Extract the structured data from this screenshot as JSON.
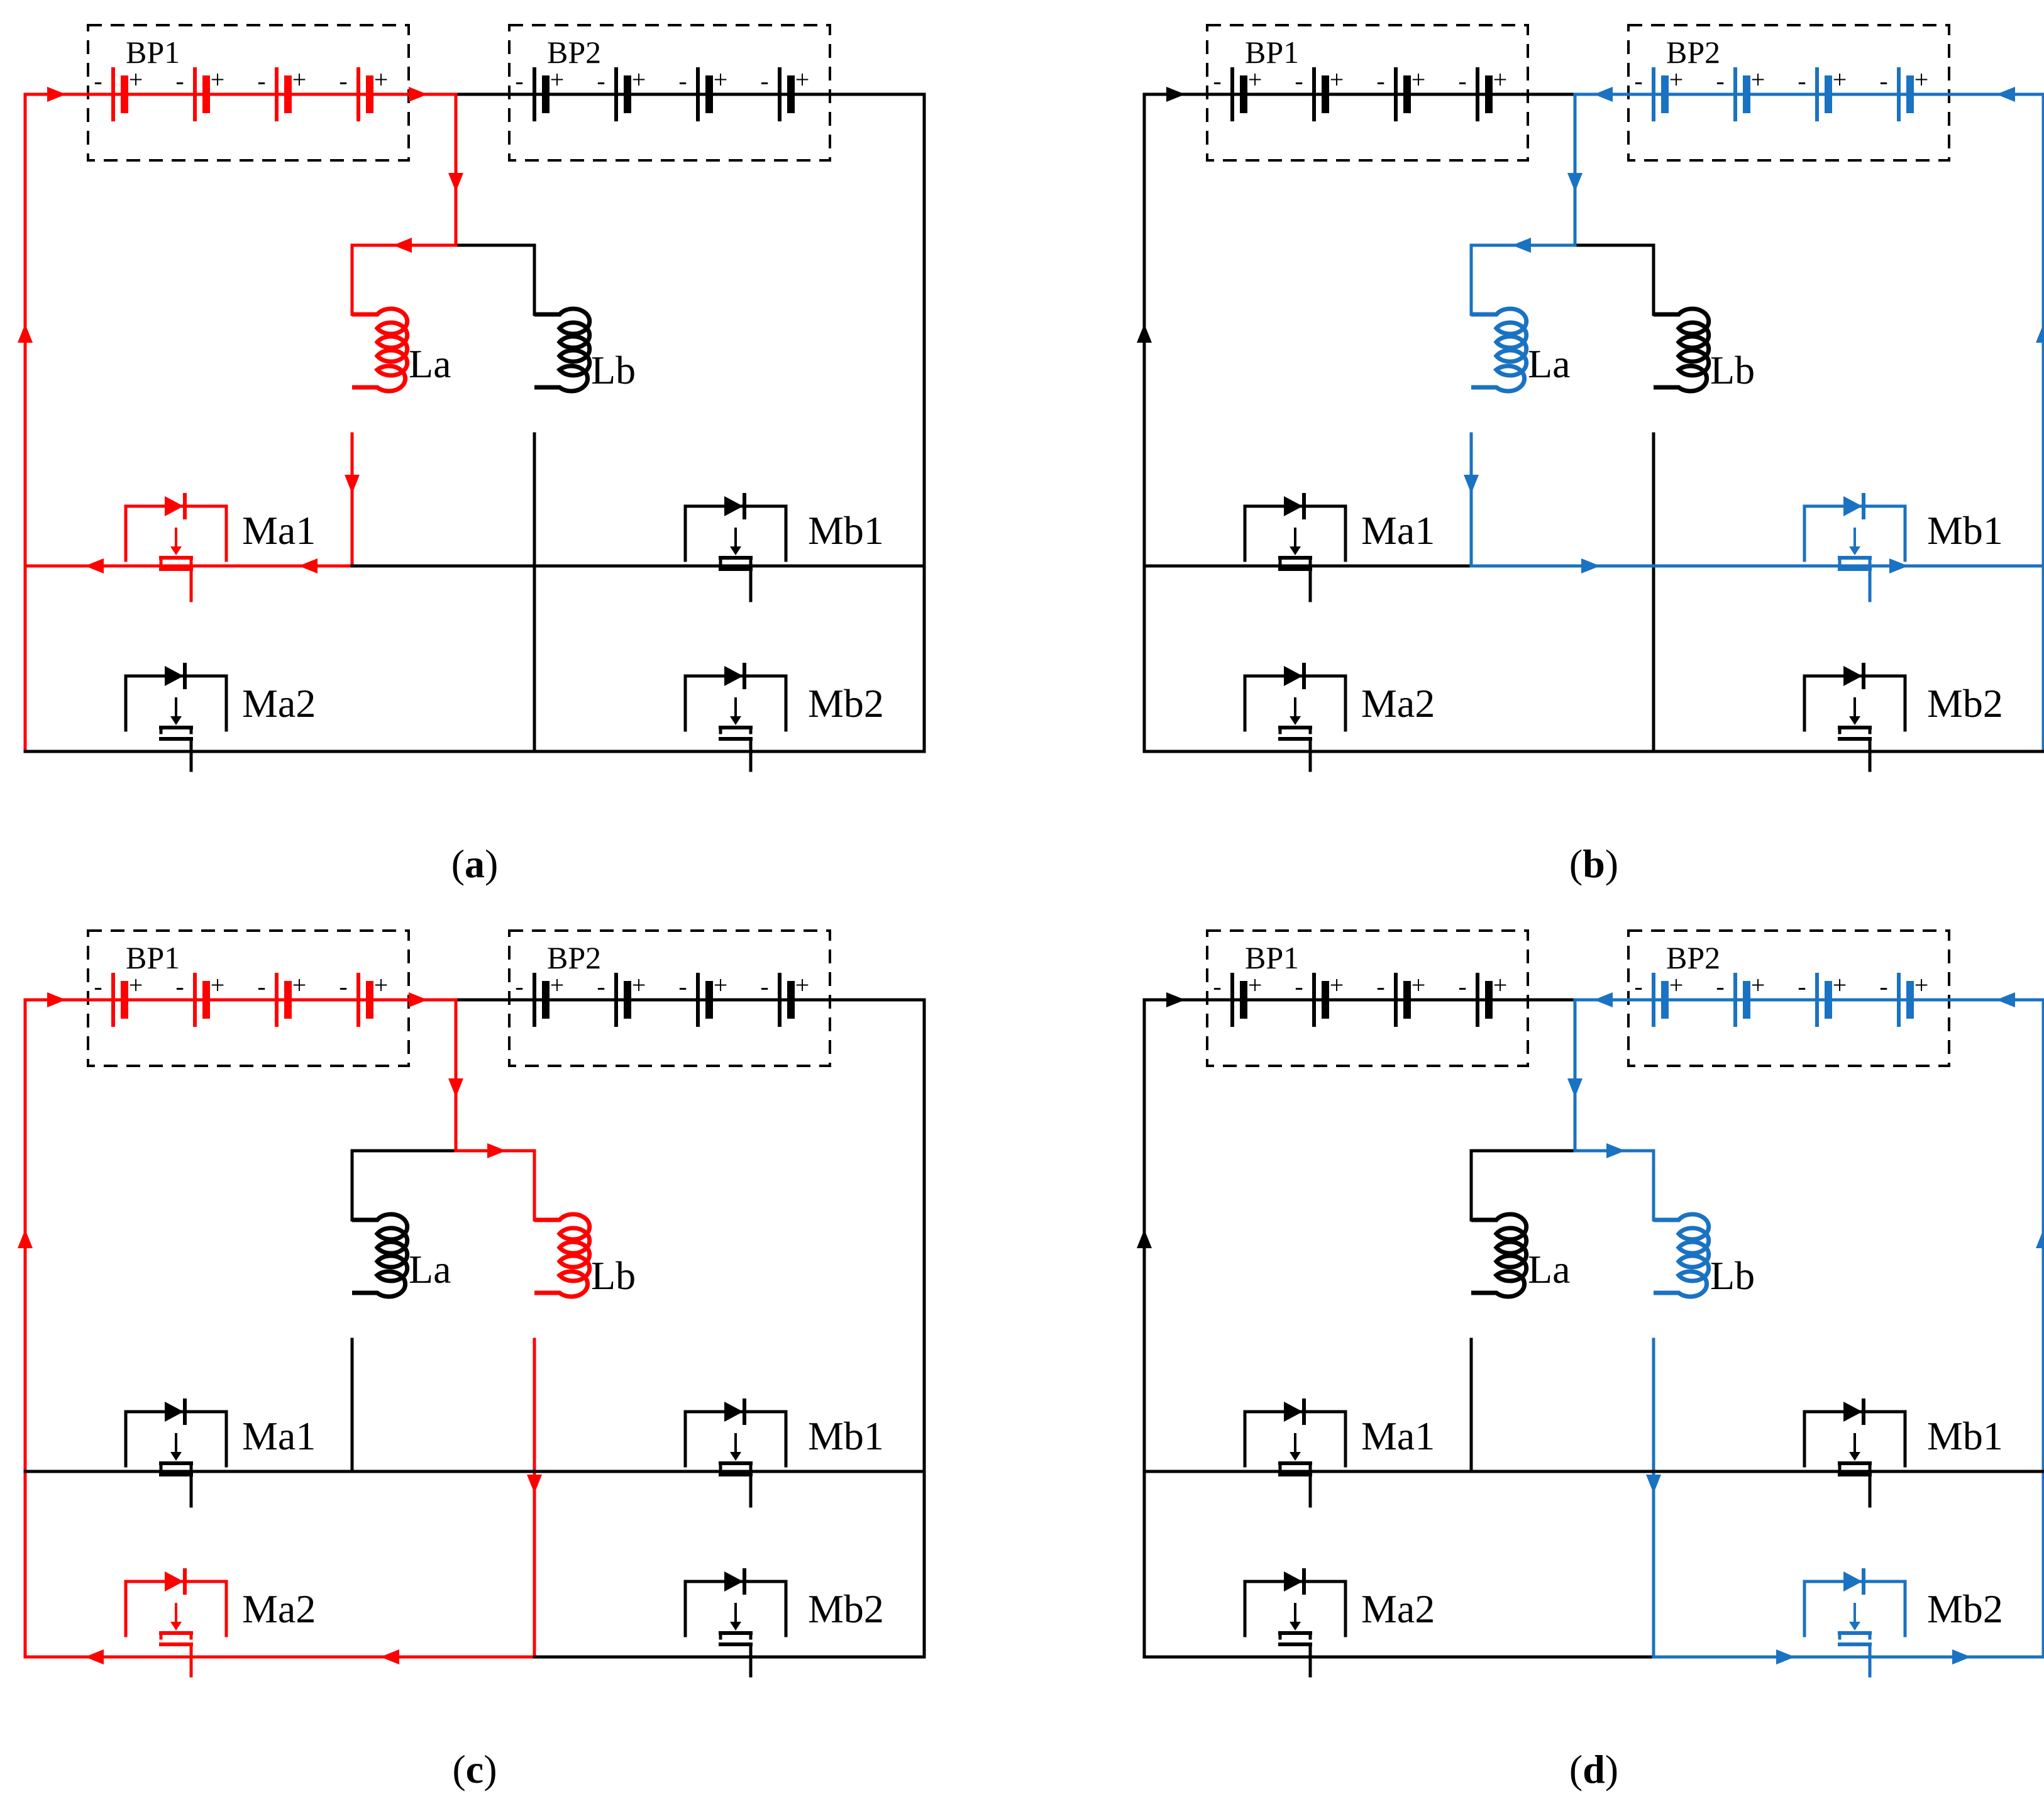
{
  "colors": {
    "black": "#000000",
    "charge": "#ff0000",
    "discharge": "#1a72c2"
  },
  "labels": {
    "bp1": "BP1",
    "bp2": "BP2",
    "la": "La",
    "lb": "Lb",
    "ma1": "Ma1",
    "ma2": "Ma2",
    "mb1": "Mb1",
    "mb2": "Mb2",
    "minus": "-",
    "plus": "+"
  },
  "panels": [
    {
      "caption_left": "(",
      "caption_letter": "a",
      "caption_right": ")",
      "color": "charge",
      "active_pack": "bp1",
      "active_inductor": "la",
      "active_switches": [
        "ma1"
      ]
    },
    {
      "caption_left": "(",
      "caption_letter": "b",
      "caption_right": ")",
      "color": "discharge",
      "active_pack": "bp2",
      "active_inductor": "la",
      "active_switches": [
        "mb1"
      ]
    },
    {
      "caption_left": "(",
      "caption_letter": "c",
      "caption_right": ")",
      "color": "charge",
      "active_pack": "bp1",
      "active_inductor": "lb",
      "active_switches": [
        "ma2"
      ]
    },
    {
      "caption_left": "(",
      "caption_letter": "d",
      "caption_right": ")",
      "color": "discharge",
      "active_pack": "bp2",
      "active_inductor": "lb",
      "active_switches": [
        "mb2"
      ]
    }
  ]
}
